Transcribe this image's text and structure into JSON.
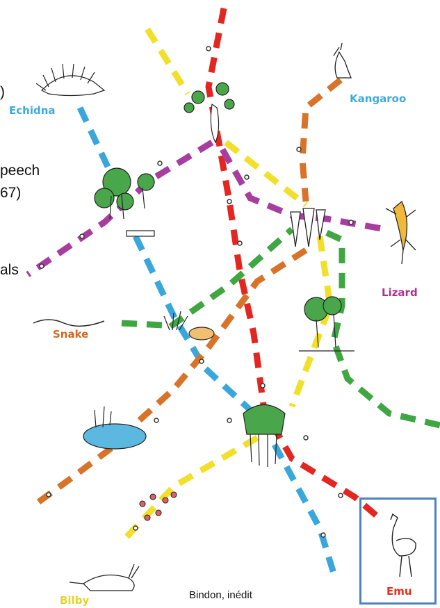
{
  "animals": {
    "echidna": {
      "label": "Echidna",
      "color": "#3fa9dd"
    },
    "kangaroo": {
      "label": "Kangaroo",
      "color": "#3fa9dd"
    },
    "lizard": {
      "label": "Lizard",
      "color": "#b0308f"
    },
    "snake": {
      "label": "Snake",
      "color": "#cf6a22"
    },
    "bilby": {
      "label": "Bilby",
      "color": "#e8d22a"
    },
    "emu": {
      "label": "Emu",
      "color": "#e03020"
    }
  },
  "left_fragments": [
    ")",
    "peech",
    "67)",
    "als"
  ],
  "credit": "Bindon, inédit",
  "track_colors": {
    "red": "#e3261f",
    "yellow": "#f2df2a",
    "purple": "#a73e9e",
    "blue": "#3aa7dc",
    "green": "#3fa642",
    "orange": "#d8732a"
  }
}
